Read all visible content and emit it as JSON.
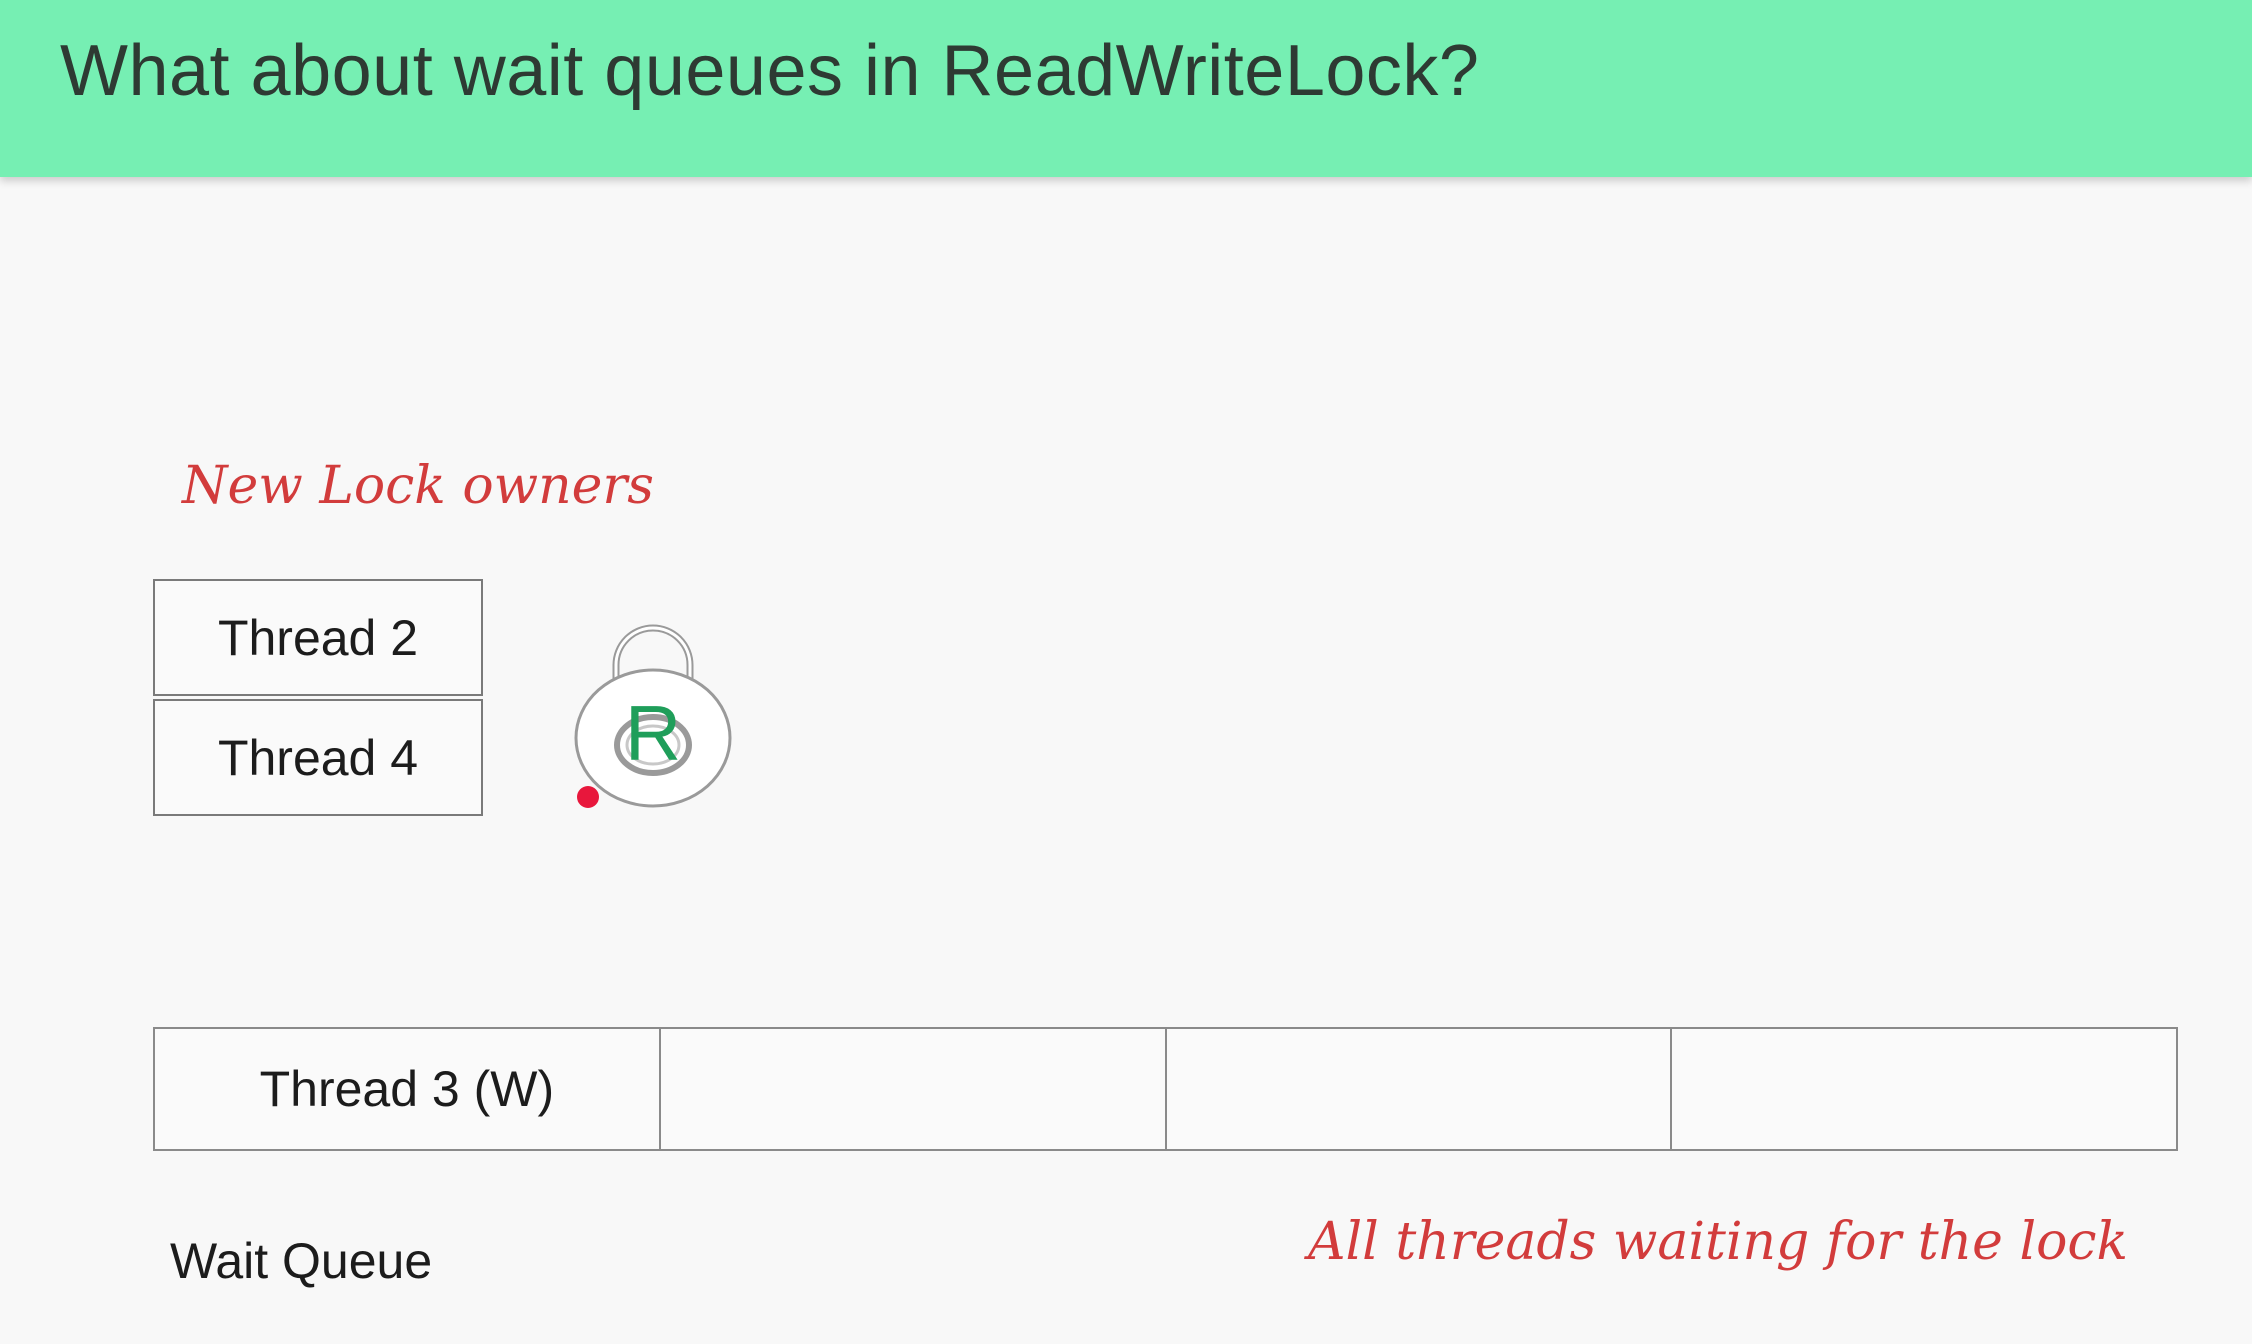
{
  "header": {
    "title": "What about wait queues in ReadWriteLock?",
    "background_color": "#76efb3"
  },
  "annotations": {
    "owners_note": "New Lock owners",
    "waiting_note": "All threads waiting for the lock",
    "color": "#d23c3c"
  },
  "lock_owners": [
    {
      "label": "Thread 2"
    },
    {
      "label": "Thread 4"
    }
  ],
  "lock": {
    "icon": "padlock-icon",
    "mode_letter": "R",
    "letter_color": "#1f9e5a"
  },
  "wait_queue": {
    "label": "Wait Queue",
    "slots": [
      {
        "label": "Thread 3 (W)"
      },
      {
        "label": ""
      },
      {
        "label": ""
      },
      {
        "label": ""
      }
    ]
  },
  "pointer": {
    "icon": "pointer-dot-icon",
    "color": "#e8173c"
  }
}
